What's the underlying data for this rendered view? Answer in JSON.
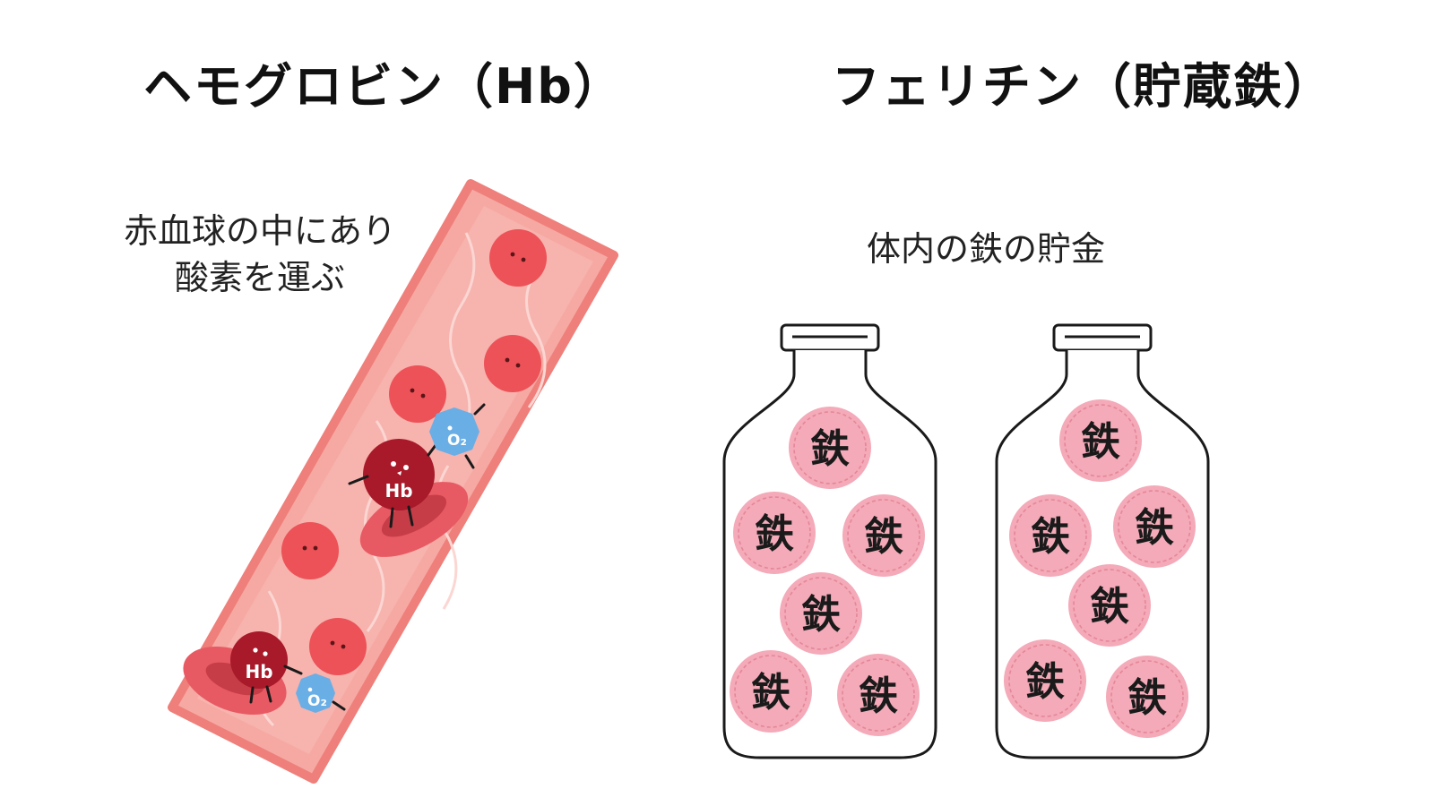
{
  "left_panel": {
    "title": "ヘモグロビン（Hb）",
    "caption_line1": "赤血球の中にあり",
    "caption_line2": "酸素を運ぶ",
    "hb_label": "Hb",
    "o2_label": "O₂"
  },
  "right_panel": {
    "title": "フェリチン（貯蔵鉄）",
    "caption": "体内の鉄の貯金",
    "iron_label": "鉄",
    "bottles": [
      {
        "iron_count": 6
      },
      {
        "iron_count": 6
      }
    ]
  },
  "colors": {
    "vessel": "#f6a9a3",
    "vessel_edge": "#ef7f7a",
    "red_cell": "#ec5257",
    "hemoglobin": "#a8192a",
    "oxygen": "#6aaee6",
    "iron_ball": "#f4aab8",
    "bottle_outline": "#1a1a1a"
  }
}
